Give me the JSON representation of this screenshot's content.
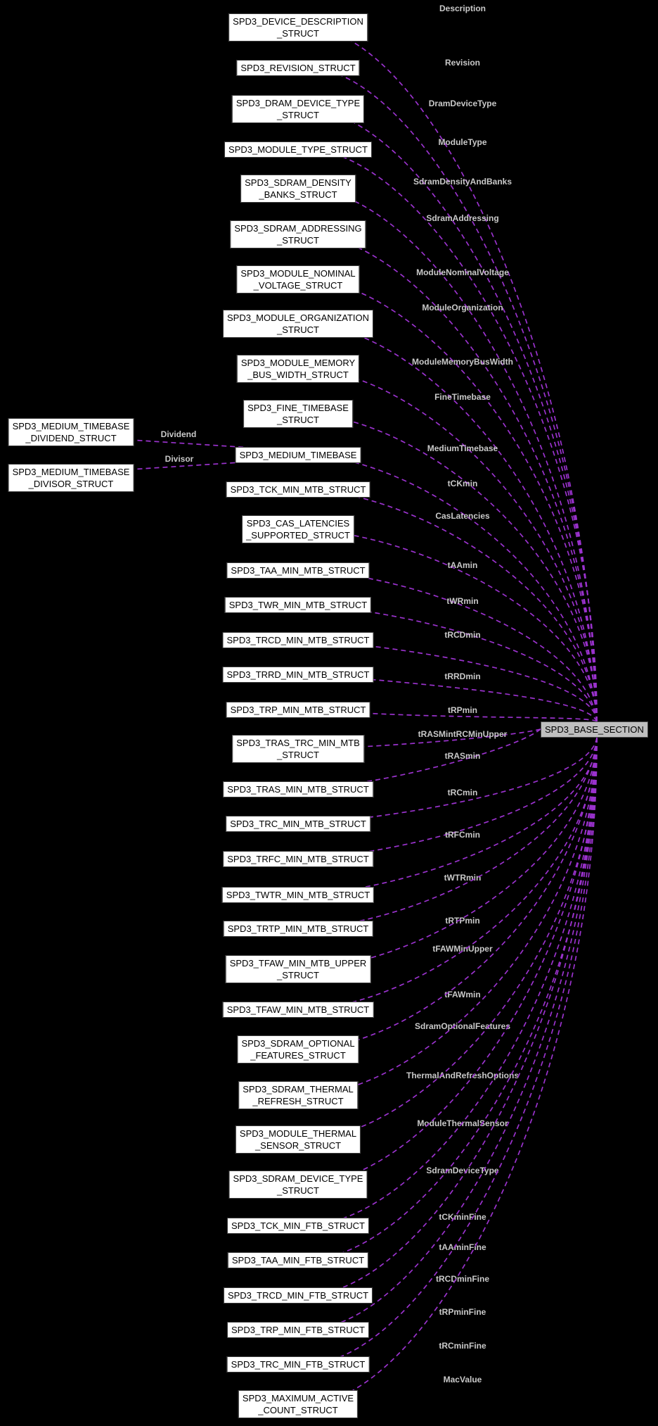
{
  "diagram": {
    "type": "collaboration-graph",
    "colors": {
      "background": "#000000",
      "edge": "#9a32cd",
      "edge_label_text": "#c9c9c9",
      "node_fill": "#ffffff",
      "node_border": "#3c3c3c",
      "node_text": "#000000",
      "base_fill": "#bfbfbf",
      "base_border": "#4a4a4a"
    },
    "base_node": {
      "label": "SPD3_BASE_SECTION"
    },
    "nodes": [
      {
        "name": "SPD3_DEVICE_DESCRIPTION_STRUCT",
        "lines": [
          "SPD3_DEVICE_DESCRIPTION",
          "_STRUCT"
        ],
        "field": "Description"
      },
      {
        "name": "SPD3_REVISION_STRUCT",
        "lines": [
          "SPD3_REVISION_STRUCT"
        ],
        "field": "Revision"
      },
      {
        "name": "SPD3_DRAM_DEVICE_TYPE_STRUCT",
        "lines": [
          "SPD3_DRAM_DEVICE_TYPE",
          "_STRUCT"
        ],
        "field": "DramDeviceType"
      },
      {
        "name": "SPD3_MODULE_TYPE_STRUCT",
        "lines": [
          "SPD3_MODULE_TYPE_STRUCT"
        ],
        "field": "ModuleType"
      },
      {
        "name": "SPD3_SDRAM_DENSITY_BANKS_STRUCT",
        "lines": [
          "SPD3_SDRAM_DENSITY",
          "_BANKS_STRUCT"
        ],
        "field": "SdramDensityAndBanks"
      },
      {
        "name": "SPD3_SDRAM_ADDRESSING_STRUCT",
        "lines": [
          "SPD3_SDRAM_ADDRESSING",
          "_STRUCT"
        ],
        "field": "SdramAddressing"
      },
      {
        "name": "SPD3_MODULE_NOMINAL_VOLTAGE_STRUCT",
        "lines": [
          "SPD3_MODULE_NOMINAL",
          "_VOLTAGE_STRUCT"
        ],
        "field": "ModuleNominalVoltage"
      },
      {
        "name": "SPD3_MODULE_ORGANIZATION_STRUCT",
        "lines": [
          "SPD3_MODULE_ORGANIZATION",
          "_STRUCT"
        ],
        "field": "ModuleOrganization"
      },
      {
        "name": "SPD3_MODULE_MEMORY_BUS_WIDTH_STRUCT",
        "lines": [
          "SPD3_MODULE_MEMORY",
          "_BUS_WIDTH_STRUCT"
        ],
        "field": "ModuleMemoryBusWidth"
      },
      {
        "name": "SPD3_FINE_TIMEBASE_STRUCT",
        "lines": [
          "SPD3_FINE_TIMEBASE",
          "_STRUCT"
        ],
        "field": "FineTimebase"
      },
      {
        "name": "SPD3_MEDIUM_TIMEBASE",
        "lines": [
          "SPD3_MEDIUM_TIMEBASE"
        ],
        "field": "MediumTimebase"
      },
      {
        "name": "SPD3_TCK_MIN_MTB_STRUCT",
        "lines": [
          "SPD3_TCK_MIN_MTB_STRUCT"
        ],
        "field": "tCKmin"
      },
      {
        "name": "SPD3_CAS_LATENCIES_SUPPORTED_STRUCT",
        "lines": [
          "SPD3_CAS_LATENCIES",
          "_SUPPORTED_STRUCT"
        ],
        "field": "CasLatencies"
      },
      {
        "name": "SPD3_TAA_MIN_MTB_STRUCT",
        "lines": [
          "SPD3_TAA_MIN_MTB_STRUCT"
        ],
        "field": "tAAmin"
      },
      {
        "name": "SPD3_TWR_MIN_MTB_STRUCT",
        "lines": [
          "SPD3_TWR_MIN_MTB_STRUCT"
        ],
        "field": "tWRmin"
      },
      {
        "name": "SPD3_TRCD_MIN_MTB_STRUCT",
        "lines": [
          "SPD3_TRCD_MIN_MTB_STRUCT"
        ],
        "field": "tRCDmin"
      },
      {
        "name": "SPD3_TRRD_MIN_MTB_STRUCT",
        "lines": [
          "SPD3_TRRD_MIN_MTB_STRUCT"
        ],
        "field": "tRRDmin"
      },
      {
        "name": "SPD3_TRP_MIN_MTB_STRUCT",
        "lines": [
          "SPD3_TRP_MIN_MTB_STRUCT"
        ],
        "field": "tRPmin"
      },
      {
        "name": "SPD3_TRAS_TRC_MIN_MTB_STRUCT",
        "lines": [
          "SPD3_TRAS_TRC_MIN_MTB",
          "_STRUCT"
        ],
        "field": "tRASMintRCMinUpper"
      },
      {
        "name": "SPD3_TRAS_MIN_MTB_STRUCT",
        "lines": [
          "SPD3_TRAS_MIN_MTB_STRUCT"
        ],
        "field": "tRASmin"
      },
      {
        "name": "SPD3_TRC_MIN_MTB_STRUCT",
        "lines": [
          "SPD3_TRC_MIN_MTB_STRUCT"
        ],
        "field": "tRCmin"
      },
      {
        "name": "SPD3_TRFC_MIN_MTB_STRUCT",
        "lines": [
          "SPD3_TRFC_MIN_MTB_STRUCT"
        ],
        "field": "tRFCmin"
      },
      {
        "name": "SPD3_TWTR_MIN_MTB_STRUCT",
        "lines": [
          "SPD3_TWTR_MIN_MTB_STRUCT"
        ],
        "field": "tWTRmin"
      },
      {
        "name": "SPD3_TRTP_MIN_MTB_STRUCT",
        "lines": [
          "SPD3_TRTP_MIN_MTB_STRUCT"
        ],
        "field": "tRTPmin"
      },
      {
        "name": "SPD3_TFAW_MIN_MTB_UPPER_STRUCT",
        "lines": [
          "SPD3_TFAW_MIN_MTB_UPPER",
          "_STRUCT"
        ],
        "field": "tFAWMinUpper"
      },
      {
        "name": "SPD3_TFAW_MIN_MTB_STRUCT",
        "lines": [
          "SPD3_TFAW_MIN_MTB_STRUCT"
        ],
        "field": "tFAWmin"
      },
      {
        "name": "SPD3_SDRAM_OPTIONAL_FEATURES_STRUCT",
        "lines": [
          "SPD3_SDRAM_OPTIONAL",
          "_FEATURES_STRUCT"
        ],
        "field": "SdramOptionalFeatures"
      },
      {
        "name": "SPD3_SDRAM_THERMAL_REFRESH_STRUCT",
        "lines": [
          "SPD3_SDRAM_THERMAL",
          "_REFRESH_STRUCT"
        ],
        "field": "ThermalAndRefreshOptions"
      },
      {
        "name": "SPD3_MODULE_THERMAL_SENSOR_STRUCT",
        "lines": [
          "SPD3_MODULE_THERMAL",
          "_SENSOR_STRUCT"
        ],
        "field": "ModuleThermalSensor"
      },
      {
        "name": "SPD3_SDRAM_DEVICE_TYPE_STRUCT",
        "lines": [
          "SPD3_SDRAM_DEVICE_TYPE",
          "_STRUCT"
        ],
        "field": "SdramDeviceType"
      },
      {
        "name": "SPD3_TCK_MIN_FTB_STRUCT",
        "lines": [
          "SPD3_TCK_MIN_FTB_STRUCT"
        ],
        "field": "tCKminFine"
      },
      {
        "name": "SPD3_TAA_MIN_FTB_STRUCT",
        "lines": [
          "SPD3_TAA_MIN_FTB_STRUCT"
        ],
        "field": "tAAminFine"
      },
      {
        "name": "SPD3_TRCD_MIN_FTB_STRUCT",
        "lines": [
          "SPD3_TRCD_MIN_FTB_STRUCT"
        ],
        "field": "tRCDminFine"
      },
      {
        "name": "SPD3_TRP_MIN_FTB_STRUCT",
        "lines": [
          "SPD3_TRP_MIN_FTB_STRUCT"
        ],
        "field": "tRPminFine"
      },
      {
        "name": "SPD3_TRC_MIN_FTB_STRUCT",
        "lines": [
          "SPD3_TRC_MIN_FTB_STRUCT"
        ],
        "field": "tRCminFine"
      },
      {
        "name": "SPD3_MAXIMUM_ACTIVE_COUNT_STRUCT",
        "lines": [
          "SPD3_MAXIMUM_ACTIVE",
          "_COUNT_STRUCT"
        ],
        "field": "MacValue"
      }
    ],
    "medium_timebase_children": [
      {
        "name": "SPD3_MEDIUM_TIMEBASE_DIVIDEND_STRUCT",
        "lines": [
          "SPD3_MEDIUM_TIMEBASE",
          "_DIVIDEND_STRUCT"
        ],
        "field": "Dividend"
      },
      {
        "name": "SPD3_MEDIUM_TIMEBASE_DIVISOR_STRUCT",
        "lines": [
          "SPD3_MEDIUM_TIMEBASE",
          "_DIVISOR_STRUCT"
        ],
        "field": "Divisor"
      }
    ]
  }
}
